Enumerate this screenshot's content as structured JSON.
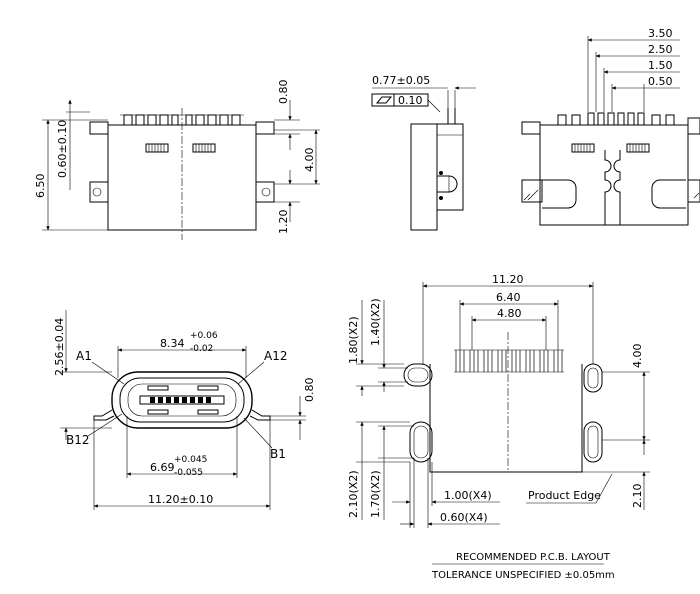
{
  "top_left_view": {
    "dim_height": "6.50",
    "dim_offset": "0.60±0.10",
    "dim_top": "0.80",
    "dim_mid": "4.00",
    "dim_bottom": "1.20"
  },
  "top_middle_view": {
    "dim_thickness": "0.77±0.05",
    "flatness_value": "0.10"
  },
  "top_right_view": {
    "dims": [
      "3.50",
      "2.50",
      "1.50",
      "0.50"
    ]
  },
  "front_view": {
    "dim_height": "2.56±0.04",
    "dim_opening_main": "8.34",
    "dim_opening_plus": "+0.06",
    "dim_opening_minus": "-0.02",
    "dim_inner_main": "6.69",
    "dim_inner_plus": "+0.045",
    "dim_inner_minus": "-0.055",
    "dim_width": "11.20±0.10",
    "dim_side": "0.80",
    "pin_a1": "A1",
    "pin_a12": "A12",
    "pin_b12": "B12",
    "pin_b1": "B1"
  },
  "pcb_layout": {
    "dim_total": "11.20",
    "dim_mid": "6.40",
    "dim_inner": "4.80",
    "dim_slot_h1": "1.80(X2)",
    "dim_slot_h2": "1.40(X2)",
    "dim_slot_h3": "2.10(X2)",
    "dim_slot_h4": "1.70(X2)",
    "dim_pad_w1": "1.00(X4)",
    "dim_pad_w2": "0.60(X4)",
    "dim_right_top": "4.00",
    "dim_right_bottom": "2.10",
    "product_edge": "Product Edge",
    "title": "RECOMMENDED   P.C.B.  LAYOUT",
    "tolerance": "TOLERANCE  UNSPECIFIED  ±0.05mm"
  }
}
